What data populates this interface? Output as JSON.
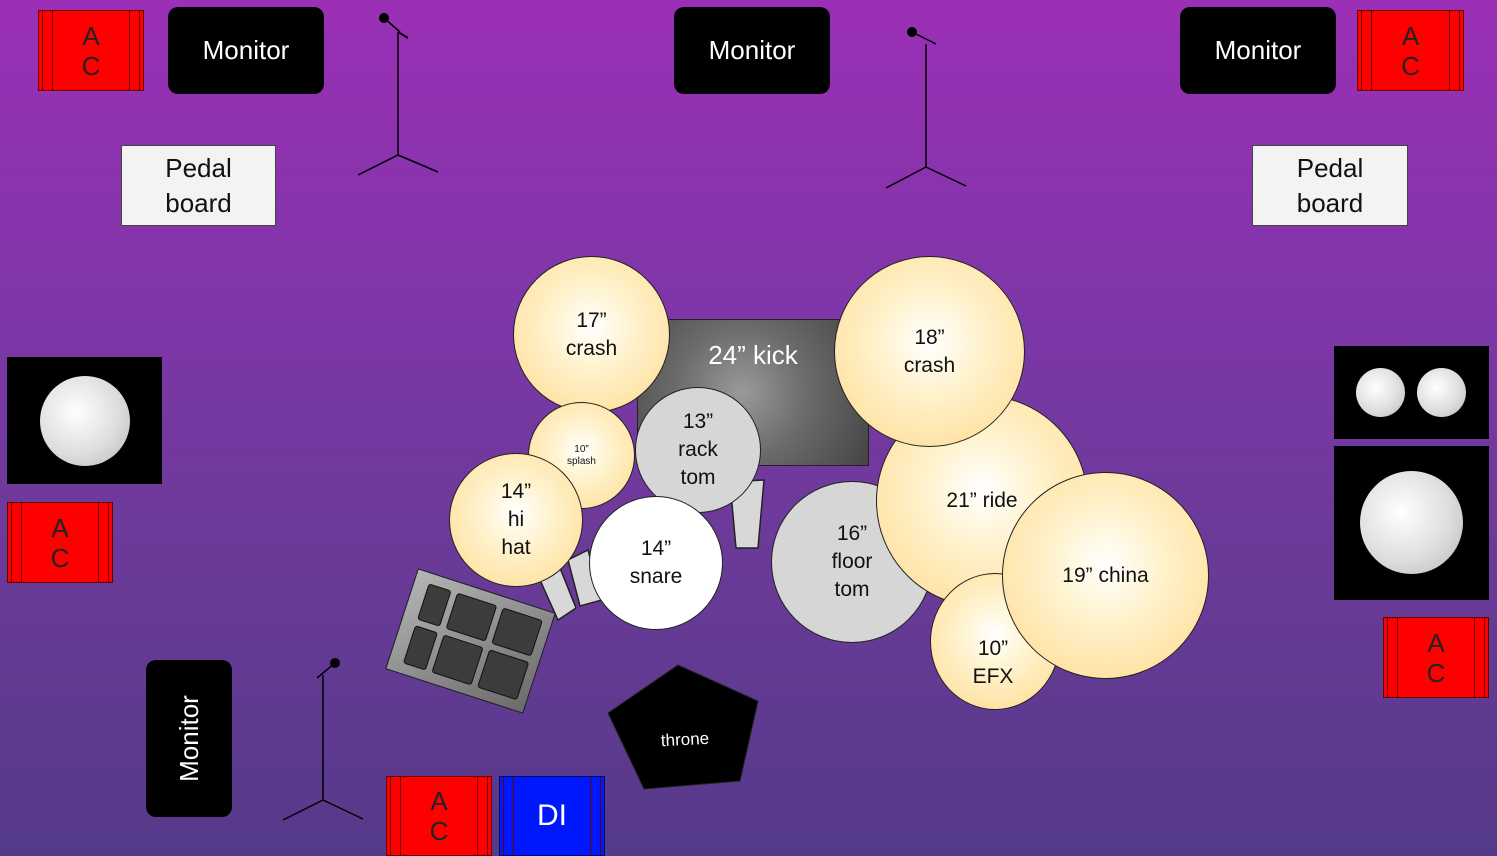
{
  "labels": {
    "monitor": "Monitor",
    "amp_top": "A",
    "amp_bottom": "C",
    "di": "DI",
    "pedal_line1": "Pedal",
    "pedal_line2": "board",
    "kick": "24” kick",
    "crash17_a": "17”",
    "crash17_b": "crash",
    "crash18_a": "18”",
    "crash18_b": "crash",
    "splash_a": "10”",
    "splash_b": "splash",
    "hihat_a": "14”",
    "hihat_b": "hi",
    "hihat_c": "hat",
    "racktom_a": "13”",
    "racktom_b": "rack",
    "racktom_c": "tom",
    "snare_a": "14”",
    "snare_b": "snare",
    "floortom_a": "16”",
    "floortom_b": "floor",
    "floortom_c": "tom",
    "ride": "21” ride",
    "china": "19” china",
    "efx_a": "10”",
    "efx_b": "EFX",
    "throne": "throne"
  },
  "colors": {
    "amp": "#ff0000",
    "di": "#0018ff",
    "monitor": "#000000",
    "cymbal": "#ffd98c",
    "tom": "#d6d6d6"
  },
  "icons": [
    "microphone-stand-icon",
    "speaker-cone-icon",
    "drum-pad-icon",
    "throne-icon"
  ]
}
